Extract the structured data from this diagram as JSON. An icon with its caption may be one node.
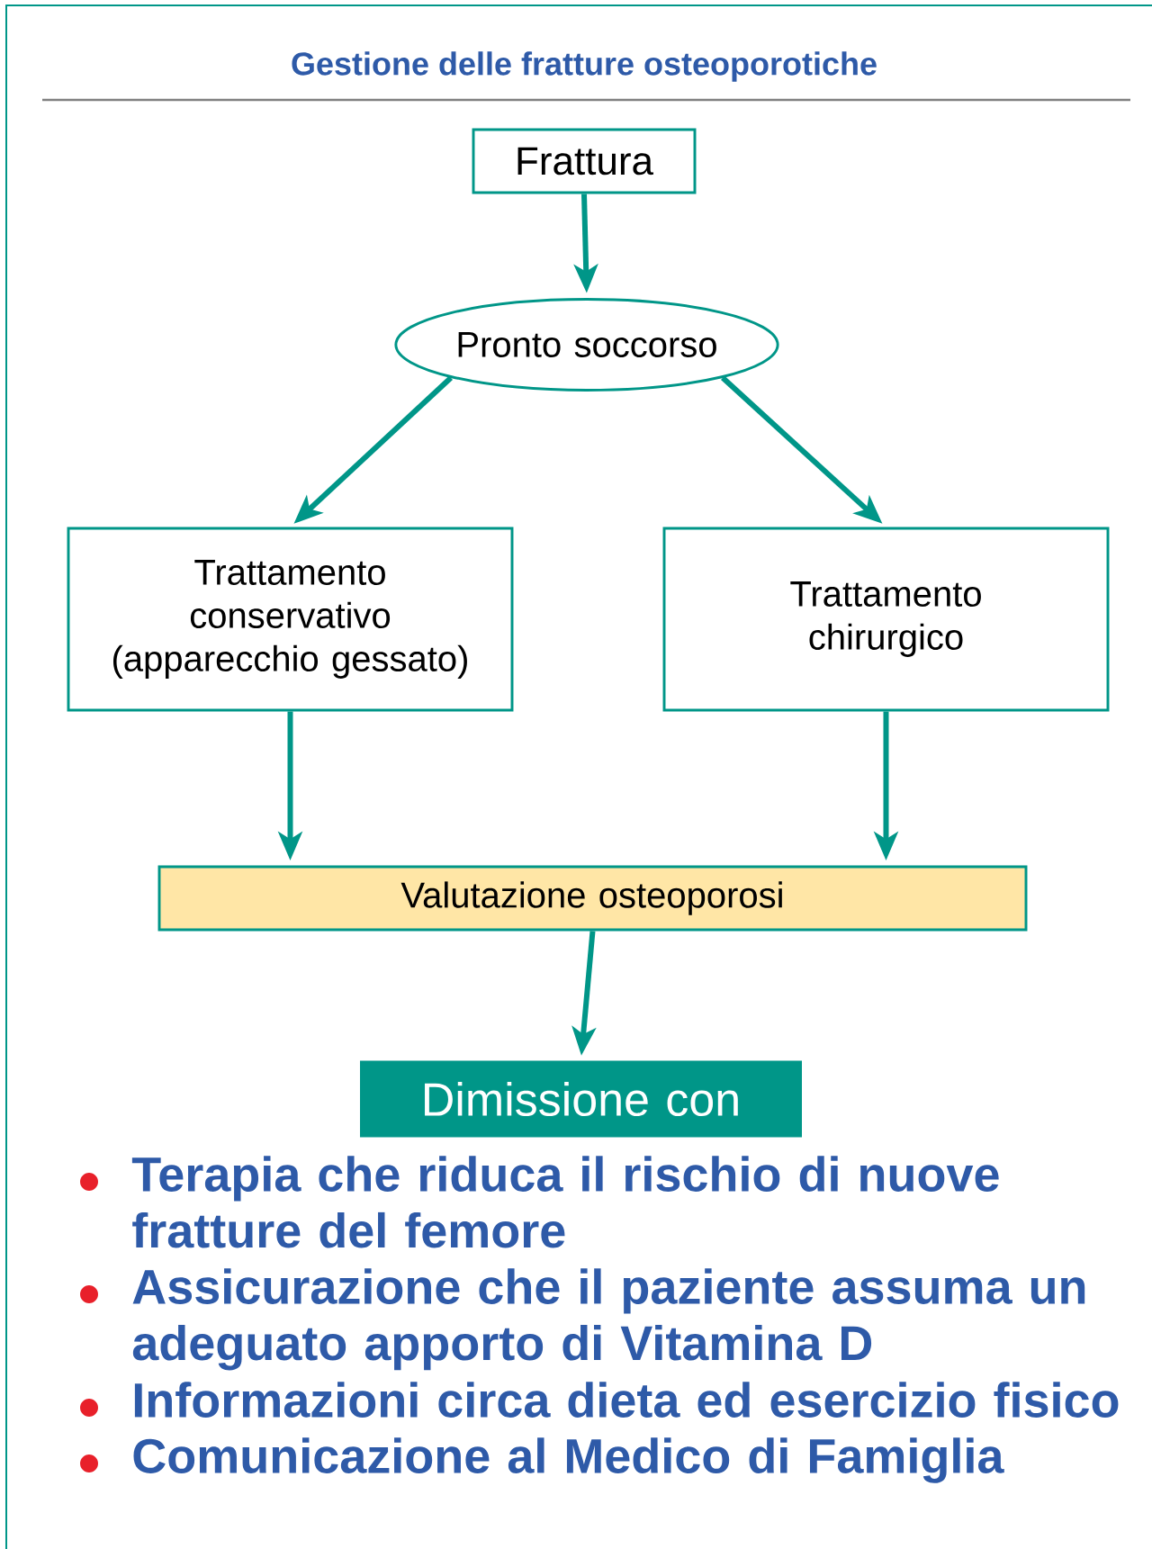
{
  "diagram": {
    "title": "Gestione delle fratture osteoporotiche",
    "nodes": [
      {
        "text": [
          "Frattura"
        ]
      },
      {
        "text": [
          "Pronto soccorso"
        ]
      },
      {
        "text": [
          "Trattamento conservativo (apparecchio gessato)"
        ]
      },
      {
        "text": [
          "Trattamento chirurgico"
        ]
      },
      {
        "text": [
          "Valutazione osteoporosi"
        ]
      },
      {
        "text": [
          "Dimissione con"
        ]
      }
    ],
    "edges": [
      {
        "from": 0,
        "to": 1,
        "arrow": "to"
      },
      {
        "from": 1,
        "to": 2,
        "arrow": "to"
      },
      {
        "from": 1,
        "to": 3,
        "arrow": "to"
      },
      {
        "from": 2,
        "to": 4,
        "arrow": "to"
      },
      {
        "from": 3,
        "to": 4,
        "arrow": "to"
      },
      {
        "from": 4,
        "to": 5,
        "arrow": "to"
      }
    ],
    "labels": [
      "Terapia che riduca il rischio di nuove fratture del femore",
      "Assicurazione che il paziente assuma un adeguato apporto di Vitamina D",
      "Informazioni circa dieta ed esercizio fisico",
      "Comunicazione al Medico di Famiglia"
    ]
  }
}
